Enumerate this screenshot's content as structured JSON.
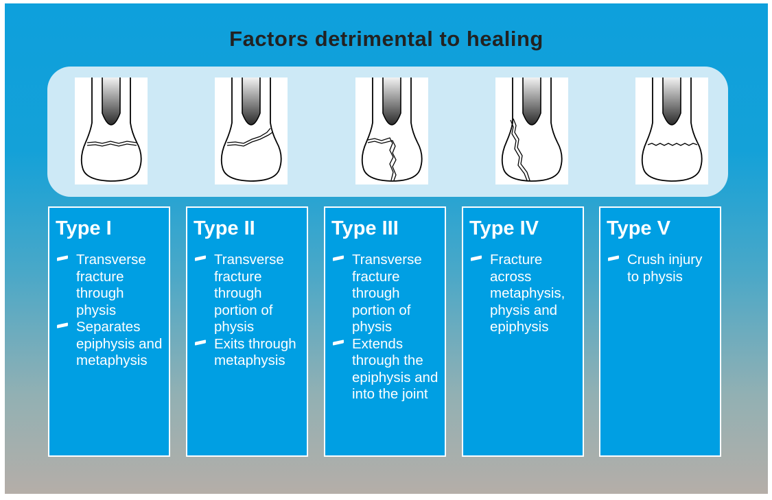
{
  "title": "Factors detrimental to healing",
  "types": [
    {
      "title": "Type I",
      "bullets": [
        "Transverse fracture through physis",
        "Separates epiphysis and metaphysis"
      ]
    },
    {
      "title": "Type II",
      "bullets": [
        "Transverse fracture through portion of physis",
        "Exits through metaphysis"
      ]
    },
    {
      "title": "Type III",
      "bullets": [
        "Transverse fracture through portion of physis",
        "Extends through the epiphysis and into the joint"
      ]
    },
    {
      "title": "Type IV",
      "bullets": [
        "Fracture across metaphysis, physis and epiphysis"
      ]
    },
    {
      "title": "Type V",
      "bullets": [
        "Crush injury to physis"
      ]
    }
  ],
  "colors": {
    "card_fill": "#009fe3",
    "band_fill": "#cde9f6",
    "title_text": "#222222"
  },
  "icons": [
    "bone-type-i-icon",
    "bone-type-ii-icon",
    "bone-type-iii-icon",
    "bone-type-iv-icon",
    "bone-type-v-icon"
  ]
}
